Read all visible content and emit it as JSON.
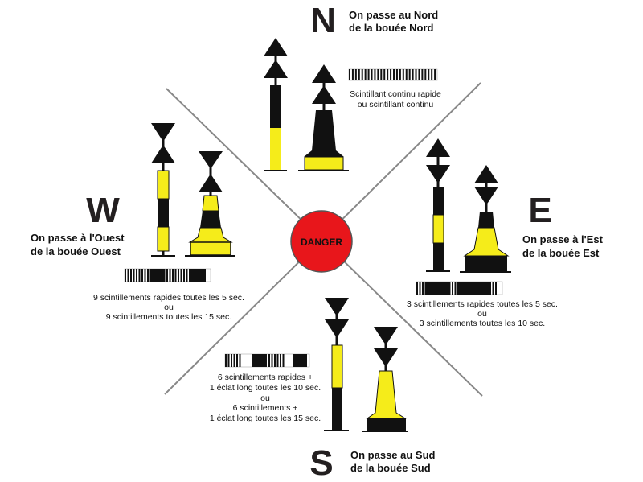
{
  "center": {
    "label": "DANGER",
    "color": "#e8161b"
  },
  "colors": {
    "yellow": "#f5ec1a",
    "black": "#111111"
  },
  "north": {
    "letter": "N",
    "line1": "On passe au Nord",
    "line2": "de la bouée Nord",
    "light": [
      "Scintillant continu rapide",
      "ou scintillant continu"
    ]
  },
  "west": {
    "letter": "W",
    "line1": "On passe à l'Ouest",
    "line2": "de la bouée Ouest",
    "light": [
      "9 scintillements rapides toutes les 5 sec.",
      "ou",
      "9 scintillements toutes les 15 sec."
    ]
  },
  "east": {
    "letter": "E",
    "line1": "On passe à l'Est",
    "line2": "de la bouée Est",
    "light": [
      "3 scintillements rapides toutes les 5 sec.",
      "ou",
      "3 scintillements toutes les 10 sec."
    ]
  },
  "south": {
    "letter": "S",
    "line1": "On passe au Sud",
    "line2": "de la bouée Sud",
    "light": [
      "6 scintillements rapides +",
      "1 éclat long toutes les 10 sec.",
      "ou",
      "6 scintillements +",
      "1 éclat long toutes les 15 sec."
    ]
  }
}
